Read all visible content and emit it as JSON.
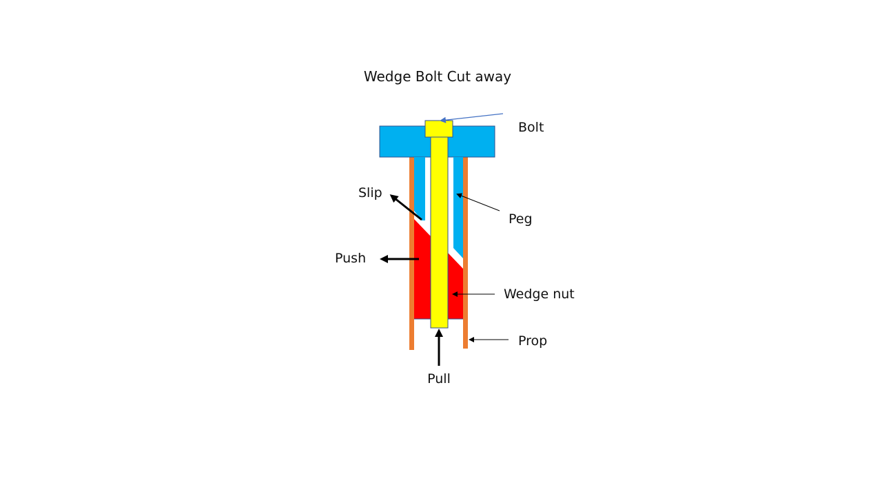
{
  "title": "Wedge Bolt Cut away",
  "labels": {
    "bolt": "Bolt",
    "slip": "Slip",
    "peg": "Peg",
    "push": "Push",
    "wedge_nut": "Wedge nut",
    "prop": "Prop",
    "pull": "Pull"
  },
  "colors": {
    "peg": "#00B0F0",
    "bolt": "#FFFF00",
    "wedge_nut": "#FF0000",
    "prop": "#ED7D31",
    "outline": "#2F528F",
    "bolt_leader": "#4472C4",
    "arrow": "#000000"
  },
  "components": [
    {
      "name": "Bolt",
      "color": "yellow",
      "role": "central bolt with head at top"
    },
    {
      "name": "Peg",
      "color": "blue",
      "role": "T-shaped flange with two slanted legs"
    },
    {
      "name": "Wedge nut",
      "color": "red",
      "role": "wedge at bottom around bolt"
    },
    {
      "name": "Prop",
      "color": "orange",
      "role": "outer walls on both sides"
    }
  ],
  "forces": [
    "Slip",
    "Push",
    "Pull"
  ]
}
